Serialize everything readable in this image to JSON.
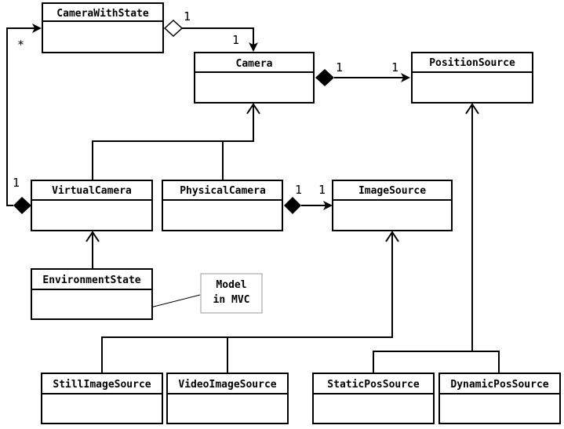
{
  "classes": {
    "camera_with_state": "CameraWithState",
    "camera": "Camera",
    "position_source": "PositionSource",
    "virtual_camera": "VirtualCamera",
    "physical_camera": "PhysicalCamera",
    "image_source": "ImageSource",
    "environment_state": "EnvironmentState",
    "still_image_source": "StillImageSource",
    "video_image_source": "VideoImageSource",
    "static_pos_source": "StaticPosSource",
    "dynamic_pos_source": "DynamicPosSource"
  },
  "note": {
    "line1": "Model",
    "line2": "in MVC"
  },
  "multiplicities": {
    "cws_aggregation_end": "1",
    "cws_camera_end": "1",
    "camera_composition_end": "1",
    "positionsource_end": "1",
    "virtualcamera_composition_end": "1",
    "cws_many_end": "*",
    "physicalcamera_composition_end": "1",
    "imagesource_end": "1"
  }
}
